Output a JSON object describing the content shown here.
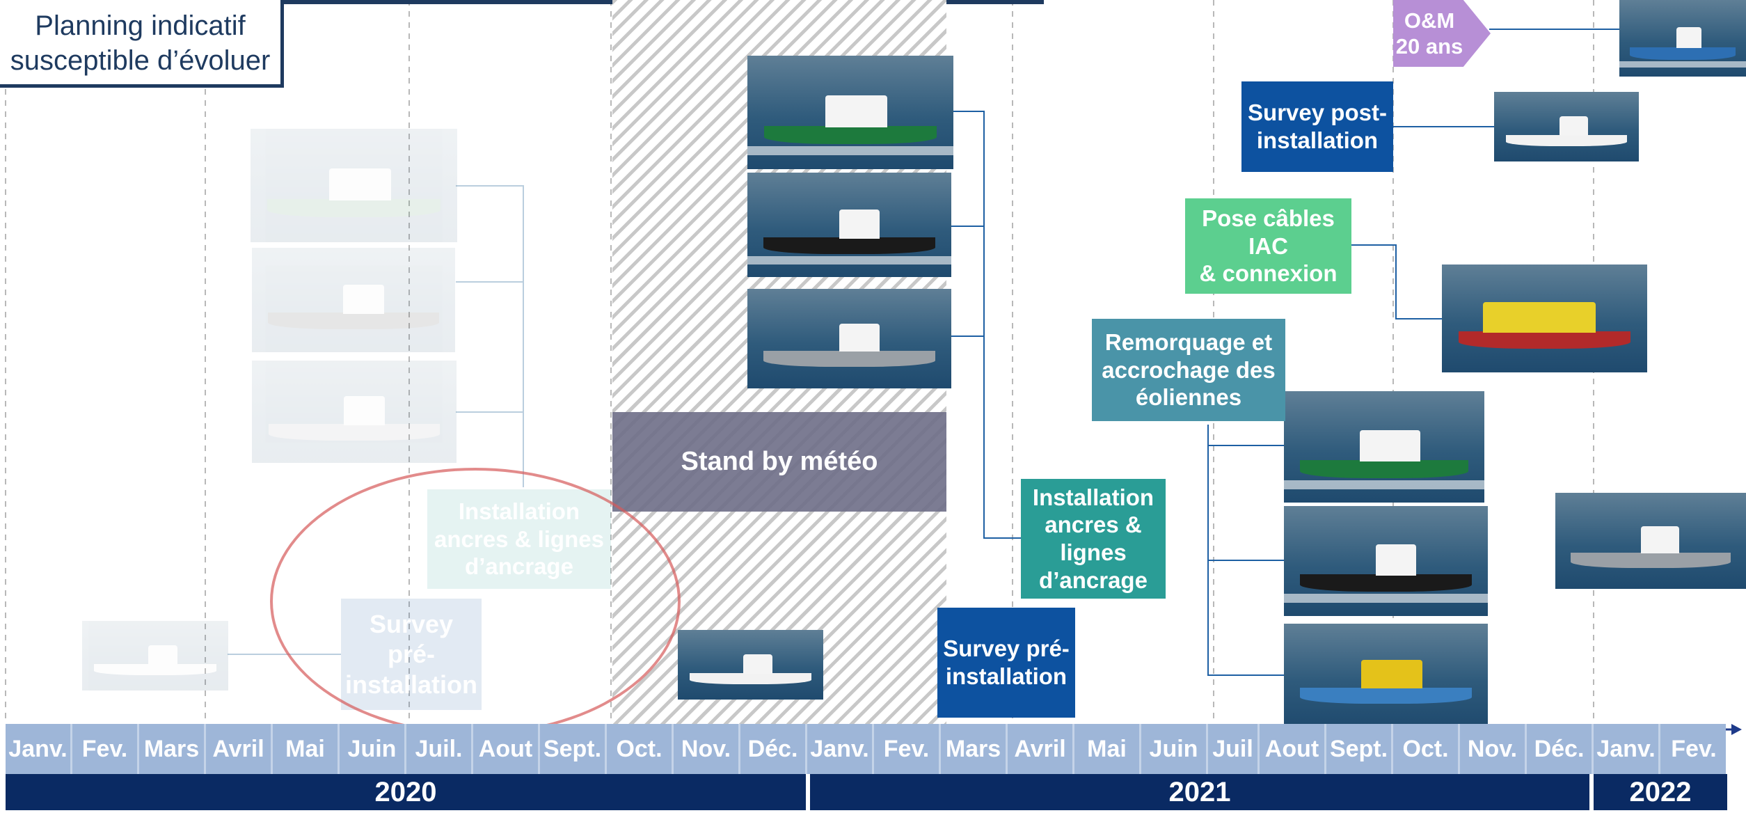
{
  "planning_note": {
    "line1": "Planning indicatif",
    "line2": "susceptible d’évoluer"
  },
  "phases": {
    "standby": "Stand by météo",
    "faded_installation": {
      "line1": "Installation",
      "line2": "ancres & lignes",
      "line3": "d’ancrage"
    },
    "faded_survey": {
      "line1": "Survey",
      "line2": "pré-",
      "line3": "installation"
    },
    "installation": {
      "line1": "Installation",
      "line2": "ancres &",
      "line3": "lignes",
      "line4": "d’ancrage"
    },
    "survey_pre": {
      "line1": "Survey pré-",
      "line2": "installation"
    },
    "towing": {
      "line1": "Remorquage et",
      "line2": "accrochage des",
      "line3": "éoliennes"
    },
    "cables": {
      "line1": "Pose câbles IAC",
      "line2": "& connexion"
    },
    "survey_post": {
      "line1": "Survey post-",
      "line2": "installation"
    },
    "om": {
      "line1": "O&M",
      "line2": "20 ans"
    }
  },
  "months": [
    "Janv.",
    "Fev.",
    "Mars",
    "Avril",
    "Mai",
    "Juin",
    "Juil.",
    "Aout",
    "Sept.",
    "Oct.",
    "Nov.",
    "Déc.",
    "Janv.",
    "Fev.",
    "Mars",
    "Avril",
    "Mai",
    "Juin",
    "Juil",
    "Aout",
    "Sept.",
    "Oct.",
    "Nov.",
    "Déc.",
    "Janv.",
    "Fev."
  ],
  "years": [
    "2020",
    "2021",
    "2022"
  ],
  "colors": {
    "navy": "#0a2a63",
    "survey_blue": "#0d52a0",
    "teal": "#2a9d96",
    "green": "#5ccf8f",
    "steel_teal": "#4a94a8",
    "purple": "#b78fd6",
    "standby_grey": "#6e6e87",
    "delay_arrow": "#d65a5a",
    "month_band": "#9eb6d8"
  },
  "icons": [
    "anchor-handling-vessel-photo",
    "tug-photo",
    "crew-transfer-vessel-photo",
    "survey-boat-photo",
    "cable-laying-vessel-photo",
    "barge-photo",
    "om-vessel-photo",
    "delay-arrow-icon"
  ]
}
